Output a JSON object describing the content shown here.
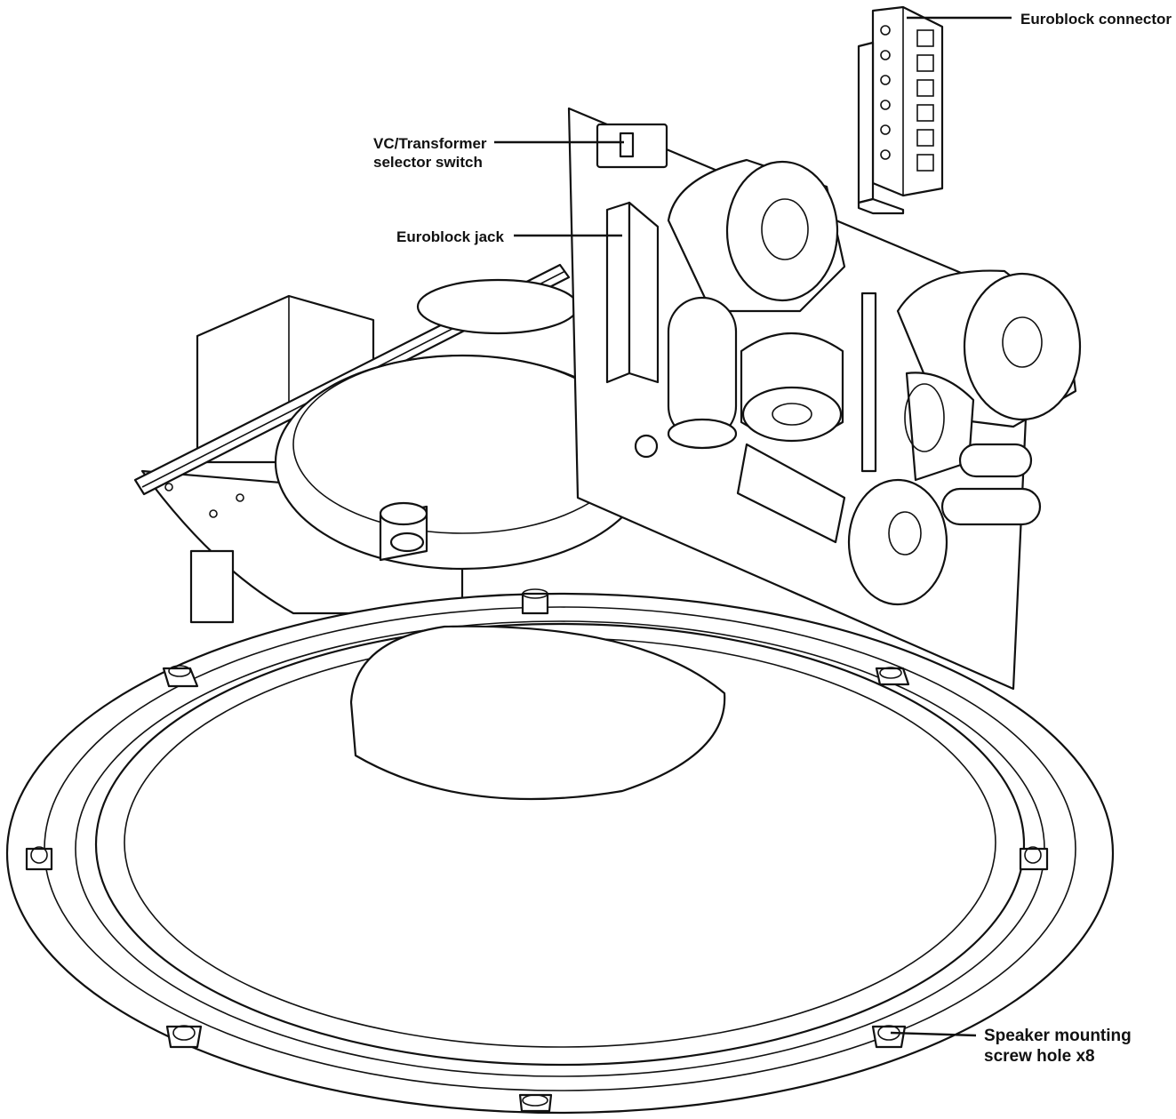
{
  "callouts": {
    "euroblock_connector": "Euroblock connector",
    "vc_switch_line1": "VC/Transformer",
    "vc_switch_line2": "selector switch",
    "euroblock_jack": "Euroblock jack",
    "screw_hole_line1": "Speaker mounting",
    "screw_hole_line2": "screw hole x8"
  },
  "colors": {
    "line": "#111111",
    "background": "#ffffff"
  }
}
